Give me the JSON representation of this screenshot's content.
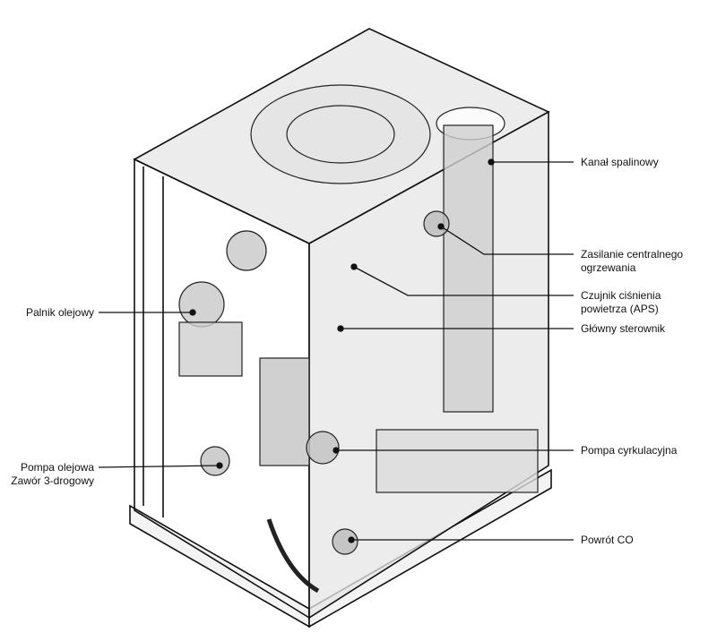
{
  "labels": {
    "flue_duct": "Kanał spalinowy",
    "ch_supply_1": "Zasilanie centralnego",
    "ch_supply_2": "ogrzewania",
    "aps_1": "Czujnik ciśnienia",
    "aps_2": "powietrza (APS)",
    "main_controller": "Główny sterownik",
    "circulation_pump": "Pompa cyrkulacyjna",
    "ch_return": "Powrót CO",
    "oil_burner": "Palnik olejowy",
    "oil_pump": "Pompa olejowa",
    "three_way_valve": "Zawór 3-drogowy"
  },
  "colors": {
    "line": "#111111",
    "casing": "#e9e9e9",
    "parts": "#bdbdbd"
  }
}
